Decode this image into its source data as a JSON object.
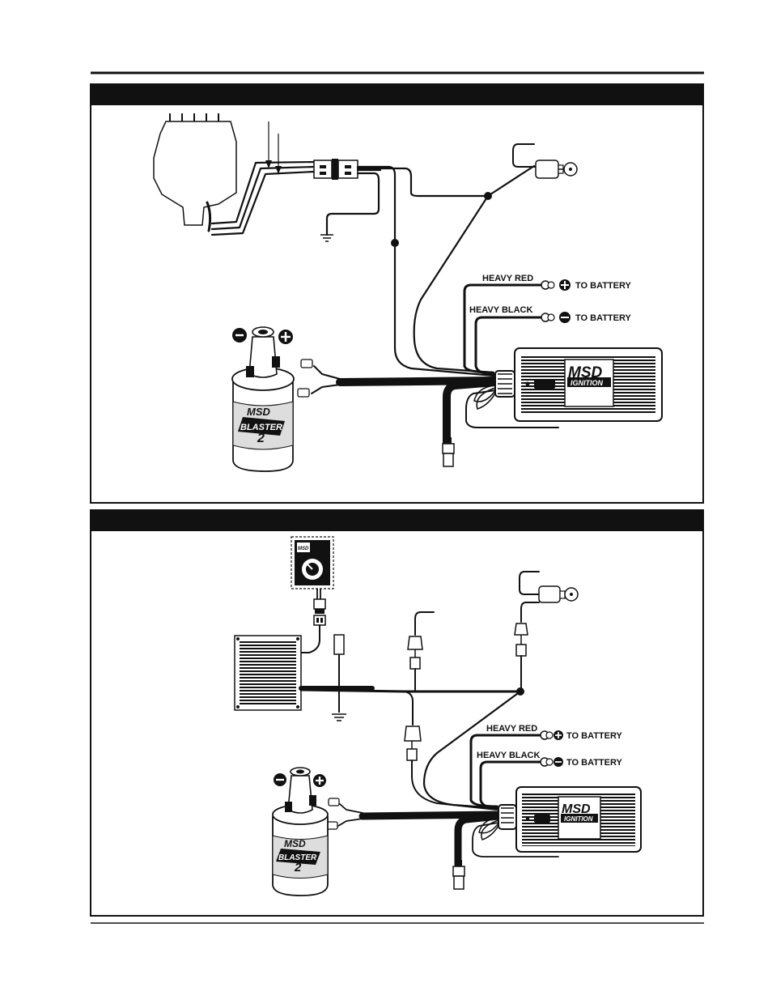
{
  "panels": [
    {
      "heavy_red_label": "HEAVY RED",
      "heavy_black_label": "HEAVY BLACK",
      "battery_pos_label": "TO BATTERY",
      "battery_neg_label": "TO BATTERY",
      "box_brand": "MSD",
      "box_sub": "IGNITION",
      "coil_brand": "MSD",
      "coil_name": "BLASTER",
      "coil_number": "2"
    },
    {
      "heavy_red_label": "HEAVY RED",
      "heavy_black_label": "HEAVY BLACK",
      "battery_pos_label": "TO BATTERY",
      "battery_neg_label": "TO BATTERY",
      "box_brand": "MSD",
      "box_sub": "IGNITION",
      "coil_brand": "MSD",
      "coil_name": "BLASTER",
      "coil_number": "2",
      "controller_brand": "MSD"
    }
  ]
}
